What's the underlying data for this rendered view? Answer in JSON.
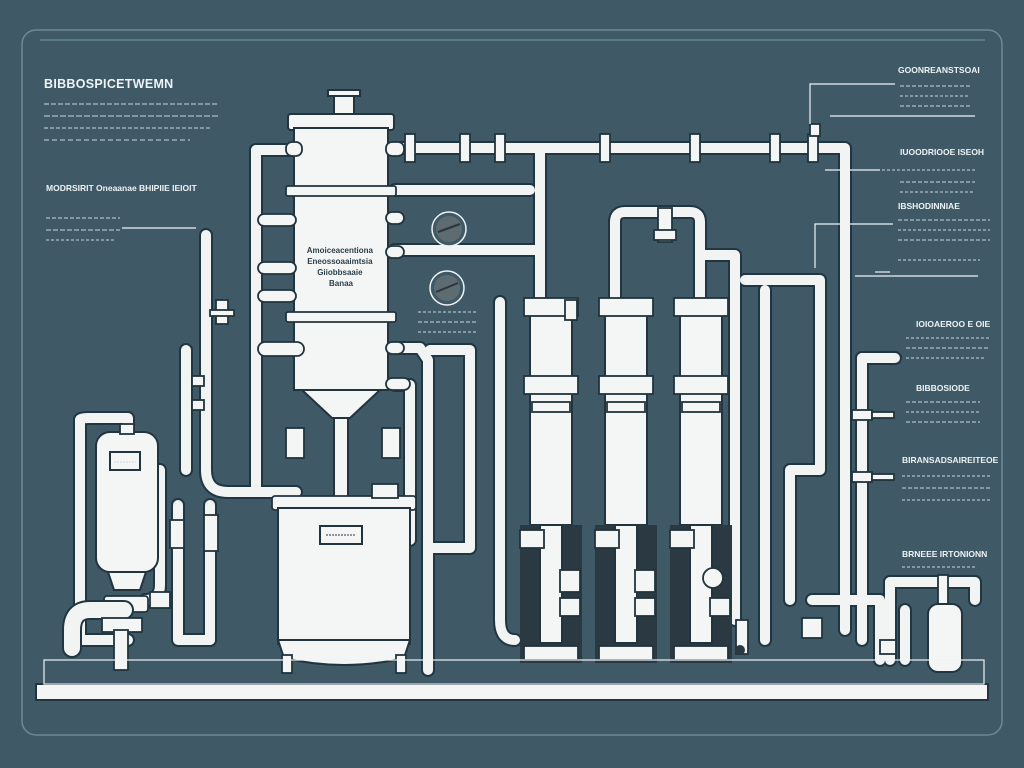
{
  "diagram": {
    "title": "BIBBOSPICETWEMN",
    "main_tank_label": "Amoiceacentiona Eneossoaaimtsia Giiobbsaaie Banaa",
    "feed_tank_label": "aaaa",
    "collection_tank_label": "aaaa"
  },
  "left_notes": {
    "header": "MODRSIRIT Oneaanae BHIPIIE IEIOIT"
  },
  "right_notes": [
    {
      "header": "GOONREANSTSOAI"
    },
    {
      "header": "IUOODRIOOE ISEOH"
    },
    {
      "header": "IBSHODINNIAE"
    },
    {
      "header": "IOIOAEROO E OIE"
    },
    {
      "header": "BIBBOSIODE"
    },
    {
      "header": "BIRANSADSAIREITEOE"
    },
    {
      "header": "BRNEEE IRTONIONN"
    }
  ],
  "colors": {
    "background": "#3f5966",
    "line": "#f2f4f4",
    "outline": "#203642",
    "text": "#eef3f5"
  }
}
